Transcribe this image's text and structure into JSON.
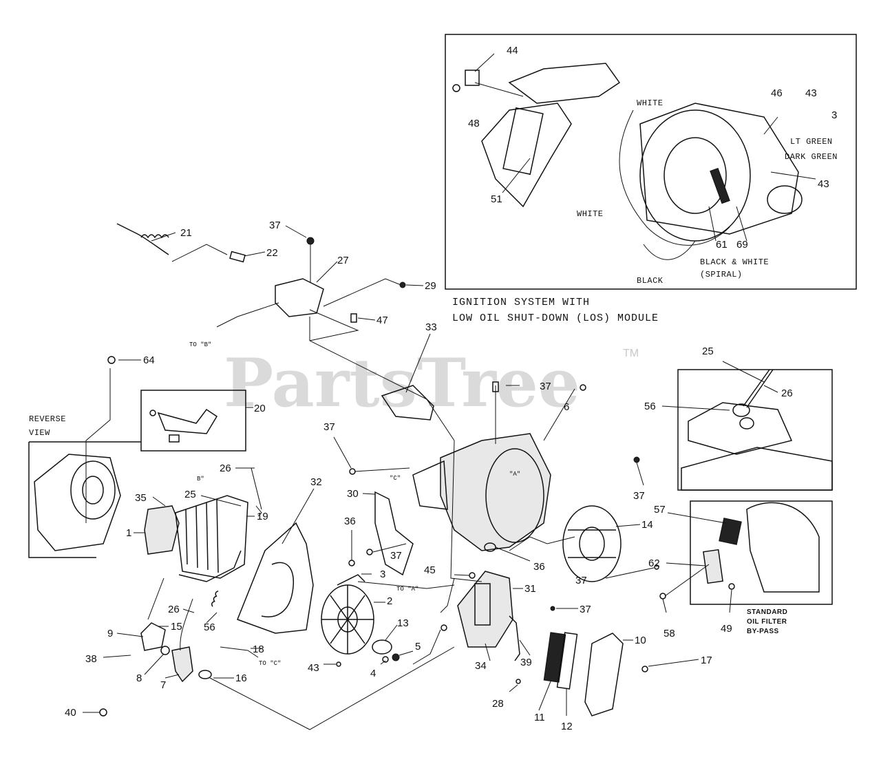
{
  "watermark": {
    "text": "PartsTree",
    "tm": "TM"
  },
  "ignition_inset": {
    "caption_line1": "IGNITION SYSTEM WITH",
    "caption_line2": "LOW OIL SHUT-DOWN (LOS) MODULE",
    "wire_labels": {
      "white_top": "WHITE",
      "white_mid": "WHITE",
      "lt_green": "LT GREEN",
      "dark_green": "DARK GREEN",
      "black_white": "BLACK & WHITE",
      "spiral": "(SPIRAL)",
      "black": "BLACK"
    },
    "callouts": {
      "c44": "44",
      "c48": "48",
      "c51": "51",
      "c46": "46",
      "c43a": "43",
      "c3": "3",
      "c43b": "43",
      "c61": "61",
      "c69": "69"
    }
  },
  "reverse_view": {
    "line1": "REVERSE",
    "line2": "VIEW"
  },
  "oil_filter_inset": {
    "line1": "STANDARD",
    "line2": "OIL FILTER",
    "line3": "BY-PASS"
  },
  "refs": {
    "to_b": "TO \"B\"",
    "to_a": "TO \"A\"",
    "to_c": "TO \"C\"",
    "mark_a": "\"A\"",
    "mark_c": "\"C\"",
    "mark_b": "B\""
  },
  "callouts": {
    "c21": "21",
    "c22": "22",
    "c37a": "37",
    "c27": "27",
    "c29": "29",
    "c47": "47",
    "c64": "64",
    "c20": "20",
    "c33": "33",
    "c37b": "37",
    "c6": "6",
    "c37c": "37",
    "c26a": "26",
    "c35": "35",
    "c25a": "25",
    "c19": "19",
    "c1": "1",
    "c32": "32",
    "c30": "30",
    "c37d": "37",
    "c36a": "36",
    "c36b": "36",
    "c3": "3",
    "c14": "14",
    "c37e": "37",
    "c45": "45",
    "c31": "31",
    "c2": "2",
    "c13": "13",
    "c5": "5",
    "c4": "4",
    "c37f": "37",
    "c26b": "26",
    "c56a": "56",
    "c15": "15",
    "c9": "9",
    "c38": "38",
    "c8": "8",
    "c18": "18",
    "c7": "7",
    "c16": "16",
    "c40": "40",
    "c43": "43",
    "c34": "34",
    "c39": "39",
    "c10": "10",
    "c17": "17",
    "c28": "28",
    "c11": "11",
    "c12": "12",
    "c25b": "25",
    "c26c": "26",
    "c56b": "56",
    "c57": "57",
    "c62": "62",
    "c58": "58",
    "c49": "49"
  }
}
